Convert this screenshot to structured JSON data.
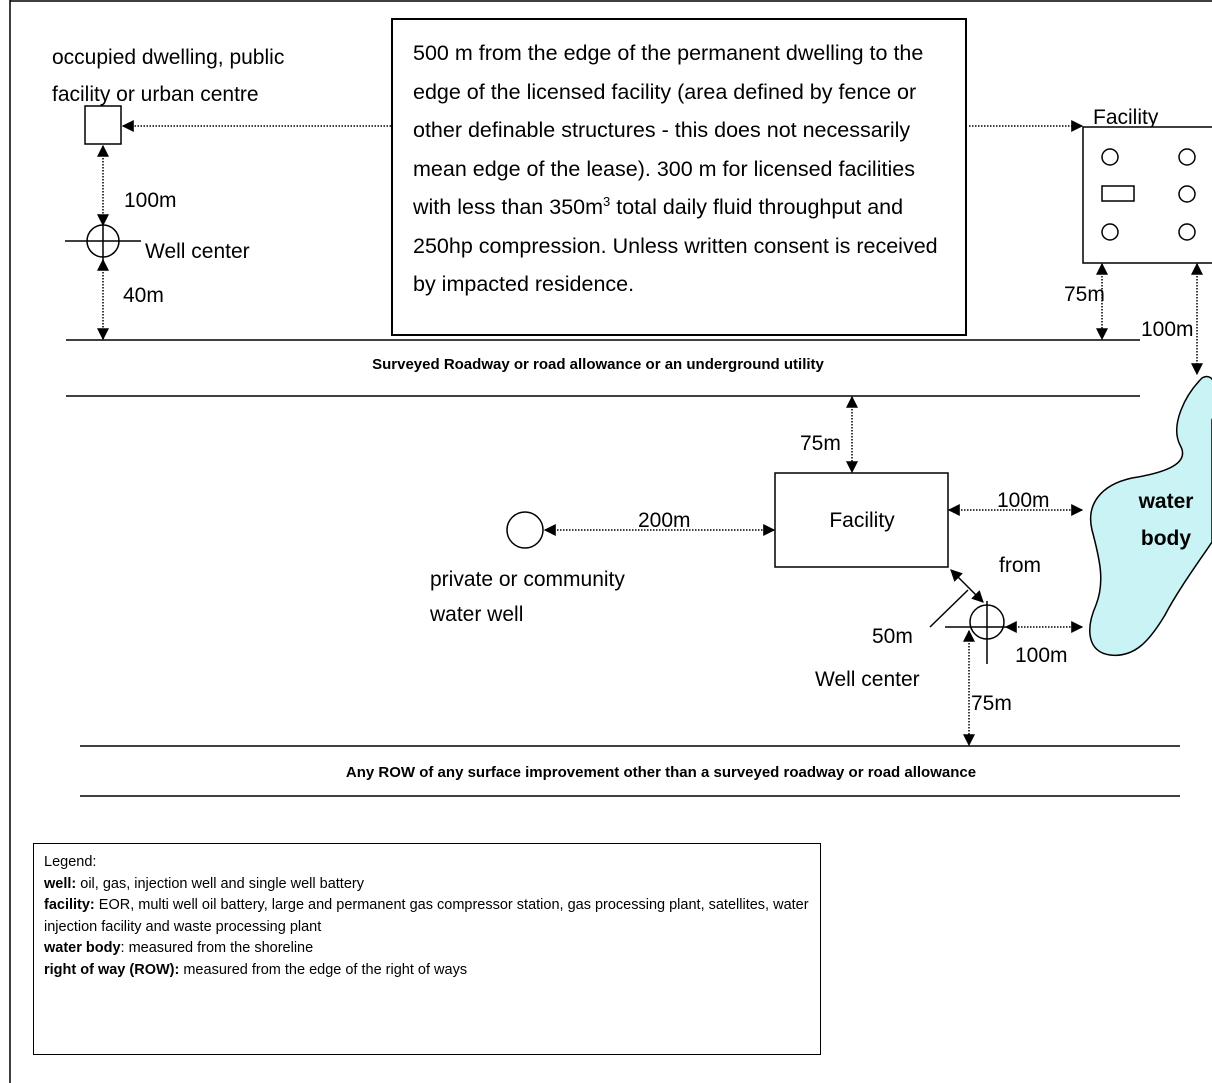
{
  "labels": {
    "dwelling_line1": "occupied dwelling, public",
    "dwelling_line2": "facility or urban centre",
    "facility_top": "Facility",
    "dist_100m_a": "100m",
    "well_center_a": "Well center",
    "dist_40m": "40m",
    "dist_75m_a": "75m",
    "dist_100m_b": "100m",
    "road_label": "Surveyed Roadway or road allowance or an underground utility",
    "dist_75m_b": "75m",
    "dist_200m": "200m",
    "facility_mid": "Facility",
    "dist_100m_c": "100m",
    "water_line1": "water",
    "water_line2": "body",
    "from": "from",
    "water_well_line1": "private or community",
    "water_well_line2": "water well",
    "dist_50m": "50m",
    "dist_100m_d": "100m",
    "well_center_b": "Well center",
    "dist_75m_c": "75m",
    "row_label": "Any ROW of any surface improvement other than a surveyed roadway or road allowance"
  },
  "note": {
    "text_before_sup": "500 m from the edge of the permanent dwelling to the edge of the licensed facility (area defined by fence or other definable structures - this does not necessarily mean edge of the lease).  300 m for licensed facilities with less than 350m",
    "sup": "3",
    "text_after_sup": " total daily fluid throughput and 250hp compression. Unless written consent is received by impacted residence."
  },
  "legend": {
    "title": "Legend:",
    "items": [
      {
        "term": "well:",
        "desc": " oil, gas, injection well and single well battery"
      },
      {
        "term": "facility:",
        "desc": " EOR, multi well oil battery, large and permanent gas compressor station, gas processing plant, satellites, water injection facility and waste processing plant"
      },
      {
        "term": "water body",
        "desc": ": measured from the shoreline"
      },
      {
        "term": "right of way (ROW):",
        "desc": " measured from the edge of the right of ways"
      }
    ]
  },
  "colors": {
    "water_fill": "#c9f3f5",
    "ink": "#000000"
  }
}
